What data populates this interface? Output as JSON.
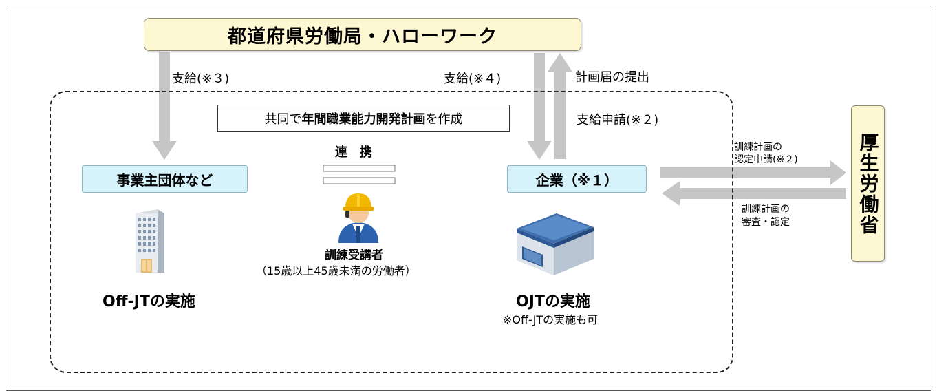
{
  "top_box": "都道府県労働局・ハローワーク",
  "label_pay3": "支給(※３)",
  "label_pay4": "支給(※４)",
  "label_plan_submit": "計画届の提出",
  "label_pay_apply": "支給申請(※２)",
  "joint_plan": {
    "prefix": "共同で",
    "bold": "年間職業能力開発計画",
    "suffix": "を作成"
  },
  "renkei": "連　携",
  "org_box": "事業主団体など",
  "company_box": "企業（※１）",
  "trainee_title": "訓練受講者",
  "trainee_note": "（15歳以上45歳未満の労働者）",
  "offjt": "Off-JTの実施",
  "ojt": "OJTの実施",
  "ojt_note": "※Off-JTの実施も可",
  "training_apply_1": "訓練計画の",
  "training_apply_2": "認定申請(※２)",
  "training_review_1": "訓練計画の",
  "training_review_2": "審査・認定",
  "mhlw": "厚生労働省",
  "colors": {
    "yellow_box": "#fdf7d2",
    "blue_box": "#d6f3fb",
    "arrow": "#c6c6c6"
  },
  "icons": [
    "office-building-icon",
    "worker-helmet-icon",
    "factory-building-icon"
  ]
}
